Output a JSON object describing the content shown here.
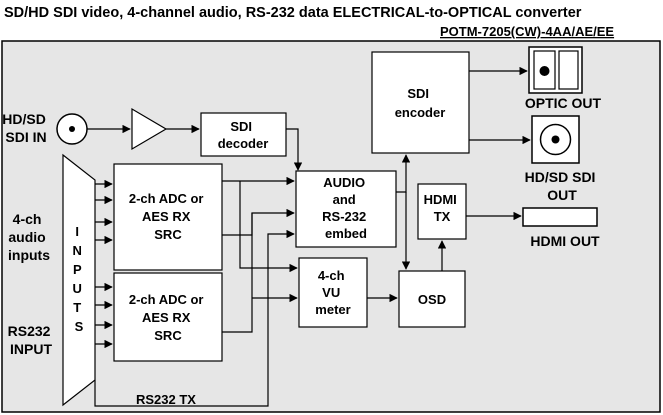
{
  "title": "SD/HD SDI video, 4-channel audio, RS-232 data ELECTRICAL-to-OPTICAL converter",
  "model": "POTM-7205(CW)-4AA/AE/EE",
  "colors": {
    "background": "#E6E6E6",
    "stroke": "#000000",
    "box": "#FFFFFF"
  },
  "inputs": {
    "sdi_in": [
      "HD/SD",
      "SDI IN"
    ],
    "audio": [
      "4-ch",
      "audio",
      "inputs"
    ],
    "rs232": [
      "RS232",
      "INPUT"
    ],
    "inputs_letters": [
      "I",
      "N",
      "P",
      "U",
      "T",
      "S"
    ]
  },
  "blocks": {
    "sdi_decoder": [
      "SDI",
      "decoder"
    ],
    "adc1": [
      "2-ch ADC or",
      "AES RX",
      "SRC"
    ],
    "adc2": [
      "2-ch ADC or",
      "AES RX",
      "SRC"
    ],
    "audio_embed": [
      "AUDIO",
      "and",
      "RS-232",
      "embed"
    ],
    "vu_meter": [
      "4-ch",
      "VU",
      "meter"
    ],
    "sdi_encoder": [
      "SDI",
      "encoder"
    ],
    "hdmi_tx": [
      "HDMI",
      "TX"
    ],
    "osd": [
      "OSD"
    ]
  },
  "outputs": {
    "optic_out": "OPTIC OUT",
    "sdi_out": [
      "HD/SD SDI",
      "OUT"
    ],
    "hdmi_out": "HDMI OUT"
  },
  "rs232_tx": "RS232 TX"
}
